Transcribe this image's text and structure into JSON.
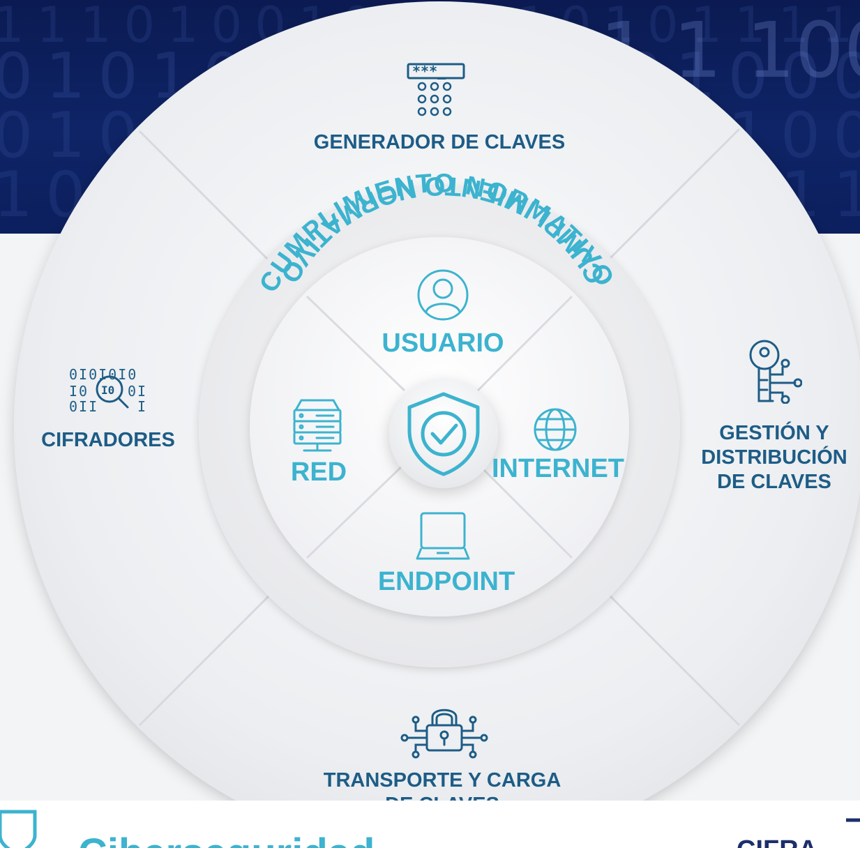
{
  "colors": {
    "navy_background": "#0e2466",
    "outer_text": "#1d5c86",
    "inner_accent": "#3cb3cf"
  },
  "outer_segments": {
    "top": {
      "label": "GENERADOR DE CLAVES",
      "icon": "password-keypad-icon"
    },
    "right": {
      "label_lines": [
        "GESTIÓN Y",
        "DISTRIBUCIÓN",
        "DE CLAVES"
      ],
      "icon": "key-circuit-icon"
    },
    "bottom": {
      "label_lines": [
        "TRANSPORTE Y CARGA",
        "DE CLAVES"
      ],
      "icon": "padlock-network-icon"
    },
    "left": {
      "label": "CIFRADORES",
      "icon": "binary-search-icon"
    }
  },
  "ring": {
    "top_text": "CUMPLIMIENTO NORMATIVO",
    "bottom_text": "CUMPLIMIENTO NORMATIVO"
  },
  "inner_segments": {
    "top": {
      "label": "USUARIO",
      "icon": "user-icon"
    },
    "right": {
      "label": "INTERNET",
      "icon": "globe-icon"
    },
    "bottom": {
      "label": "ENDPOINT",
      "icon": "laptop-icon"
    },
    "left": {
      "label": "RED",
      "icon": "server-icon"
    }
  },
  "center": {
    "icon": "shield-check-icon"
  },
  "footer": {
    "title_partial": "Ciberseguridad",
    "brand_partial": "CIFRA"
  }
}
